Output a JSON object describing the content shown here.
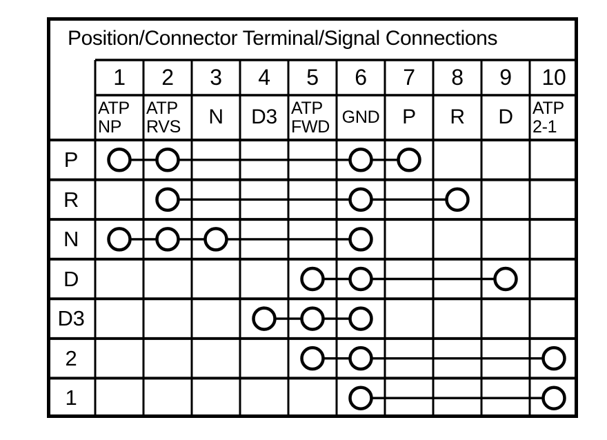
{
  "title": "Position/Connector Terminal/Signal Connections",
  "colors": {
    "ink": "#000000",
    "background": "#ffffff"
  },
  "columns": [
    "1",
    "2",
    "3",
    "4",
    "5",
    "6",
    "7",
    "8",
    "9",
    "10"
  ],
  "signals": [
    {
      "lines": [
        "ATP",
        "NP"
      ]
    },
    {
      "lines": [
        "ATP",
        "RVS"
      ]
    },
    {
      "lines": [
        "N"
      ]
    },
    {
      "lines": [
        "D3"
      ]
    },
    {
      "lines": [
        "ATP",
        "FWD"
      ]
    },
    {
      "lines": [
        "GND"
      ]
    },
    {
      "lines": [
        "P"
      ]
    },
    {
      "lines": [
        "R"
      ]
    },
    {
      "lines": [
        "D"
      ]
    },
    {
      "lines": [
        "ATP",
        "2-1"
      ]
    }
  ],
  "rows": [
    {
      "label": "P",
      "circles": [
        1,
        2,
        6,
        7
      ],
      "links": [
        [
          1,
          2
        ],
        [
          2,
          6
        ],
        [
          6,
          7
        ]
      ]
    },
    {
      "label": "R",
      "circles": [
        2,
        6,
        8
      ],
      "links": [
        [
          2,
          6
        ],
        [
          6,
          8
        ]
      ]
    },
    {
      "label": "N",
      "circles": [
        1,
        2,
        3,
        6
      ],
      "links": [
        [
          1,
          2
        ],
        [
          2,
          3
        ],
        [
          3,
          6
        ]
      ]
    },
    {
      "label": "D",
      "circles": [
        5,
        6,
        9
      ],
      "links": [
        [
          5,
          6
        ],
        [
          6,
          9
        ]
      ]
    },
    {
      "label": "D3",
      "circles": [
        4,
        5,
        6
      ],
      "links": [
        [
          4,
          5
        ],
        [
          5,
          6
        ]
      ]
    },
    {
      "label": "2",
      "circles": [
        5,
        6,
        10
      ],
      "links": [
        [
          5,
          6
        ],
        [
          6,
          10
        ]
      ]
    },
    {
      "label": "1",
      "circles": [
        6,
        10
      ],
      "links": [
        [
          6,
          10
        ]
      ]
    }
  ]
}
